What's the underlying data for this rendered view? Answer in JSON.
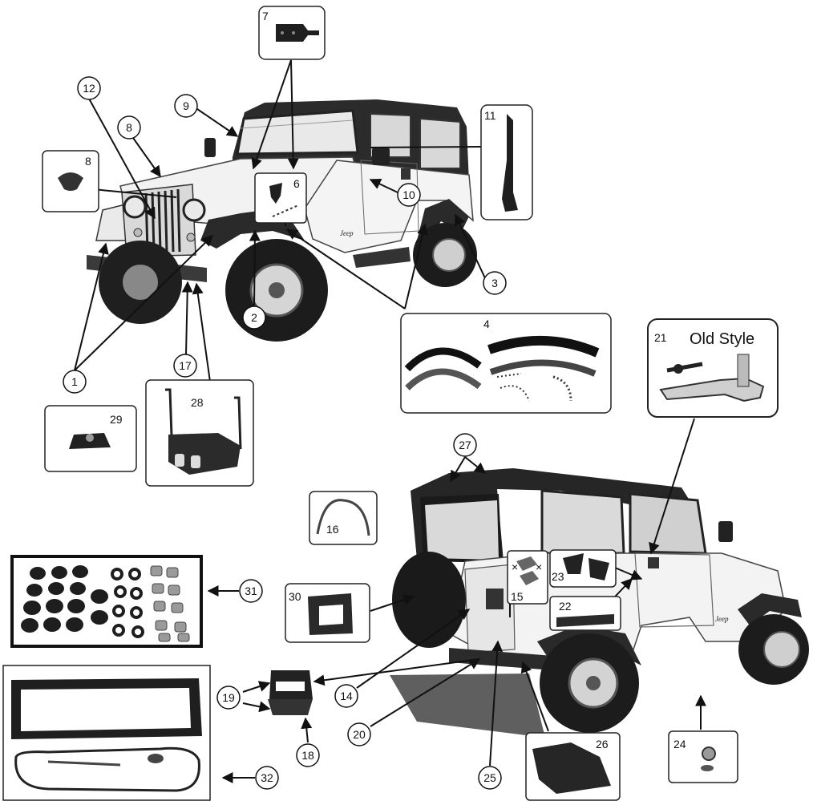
{
  "callouts": {
    "c1": "1",
    "c2": "2",
    "c3": "3",
    "c7": "7",
    "c8": "8",
    "c9": "9",
    "c10": "10",
    "c12": "12",
    "c14": "14",
    "c17": "17",
    "c18": "18",
    "c19": "19",
    "c20": "20",
    "c24": "24",
    "c25": "25",
    "c27": "27",
    "c31": "31",
    "c32": "32"
  },
  "boxes": {
    "b4": "4",
    "b6": "6",
    "b7": "7",
    "b8": "8",
    "b11": "11",
    "b15": "15",
    "b16": "16",
    "b21": "21",
    "b22": "22",
    "b23": "23",
    "b24": "24",
    "b26": "26",
    "b28": "28",
    "b29": "29",
    "b30": "30"
  },
  "labels": {
    "old_style": "Old Style",
    "jeep_front": "Jeep",
    "jeep_rear": "Jeep"
  }
}
